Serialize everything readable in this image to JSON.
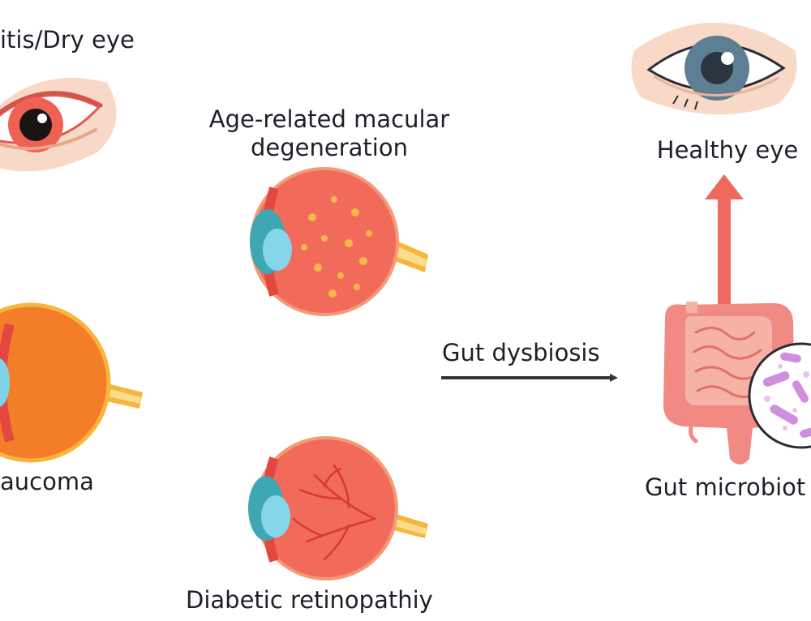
{
  "labels": {
    "dry_eye": "itis/Dry eye",
    "amd": "Age-related macular\ndegeneration",
    "glaucoma": "aucoma",
    "diabetic_retinopathy": "Diabetic retinopathiy",
    "healthy_eye": "Healthy eye",
    "gut_dysbiosis": "Gut dysbiosis",
    "gut_microbiota": "Gut microbiot"
  },
  "colors": {
    "text": "#1f1f28",
    "arrow_dark": "#3a2f3f",
    "arrow_red": "#ef6a5e",
    "eyeball_red": "#f26b5a",
    "eyeball_orange": "#f47d2a",
    "cornea": "#7fd3e6",
    "iris_blue": "#5e7f93",
    "skin": "#f8d9c7",
    "intestine": "#f08a82",
    "bacteria": "#cf8ee0"
  },
  "icons": [
    "red-eye-icon",
    "amd-eyeball-icon",
    "glaucoma-eyeball-icon",
    "diabetic-retinopathy-eyeball-icon",
    "healthy-eye-icon",
    "intestine-icon",
    "microbiota-magnifier-icon"
  ]
}
